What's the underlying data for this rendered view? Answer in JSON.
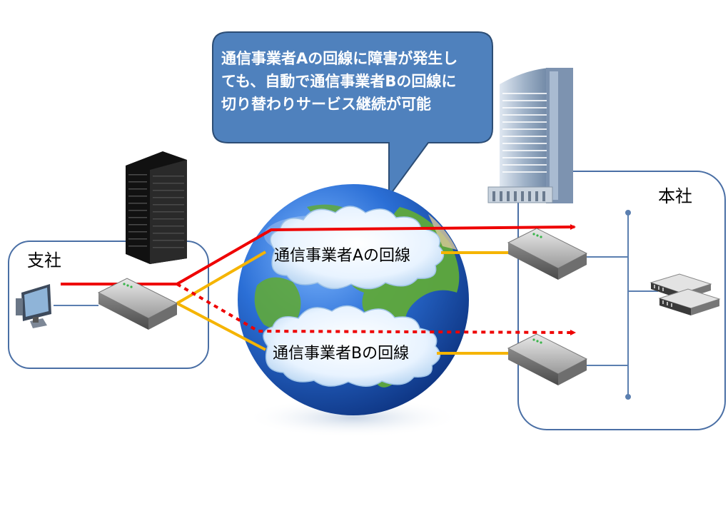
{
  "callout": {
    "line1": "通信事業者Aの回線に障害が発生し",
    "line2": "ても、自動で通信事業者Bの回線に",
    "line3": "切り替わりサービス継続が可能"
  },
  "branch_label": "支社",
  "hq_label": "本社",
  "carrier_a_label": "通信事業者Aの回線",
  "carrier_b_label": "通信事業者Bの回線",
  "colors": {
    "callout_fill": "#4f81bd",
    "callout_stroke": "#2c4d75",
    "frame_stroke": "#4a6fa5",
    "active_path": "#ee0000",
    "backup_path": "#ee0000",
    "carrier_link": "#f5b400",
    "lan_link": "#5b7fb0"
  }
}
